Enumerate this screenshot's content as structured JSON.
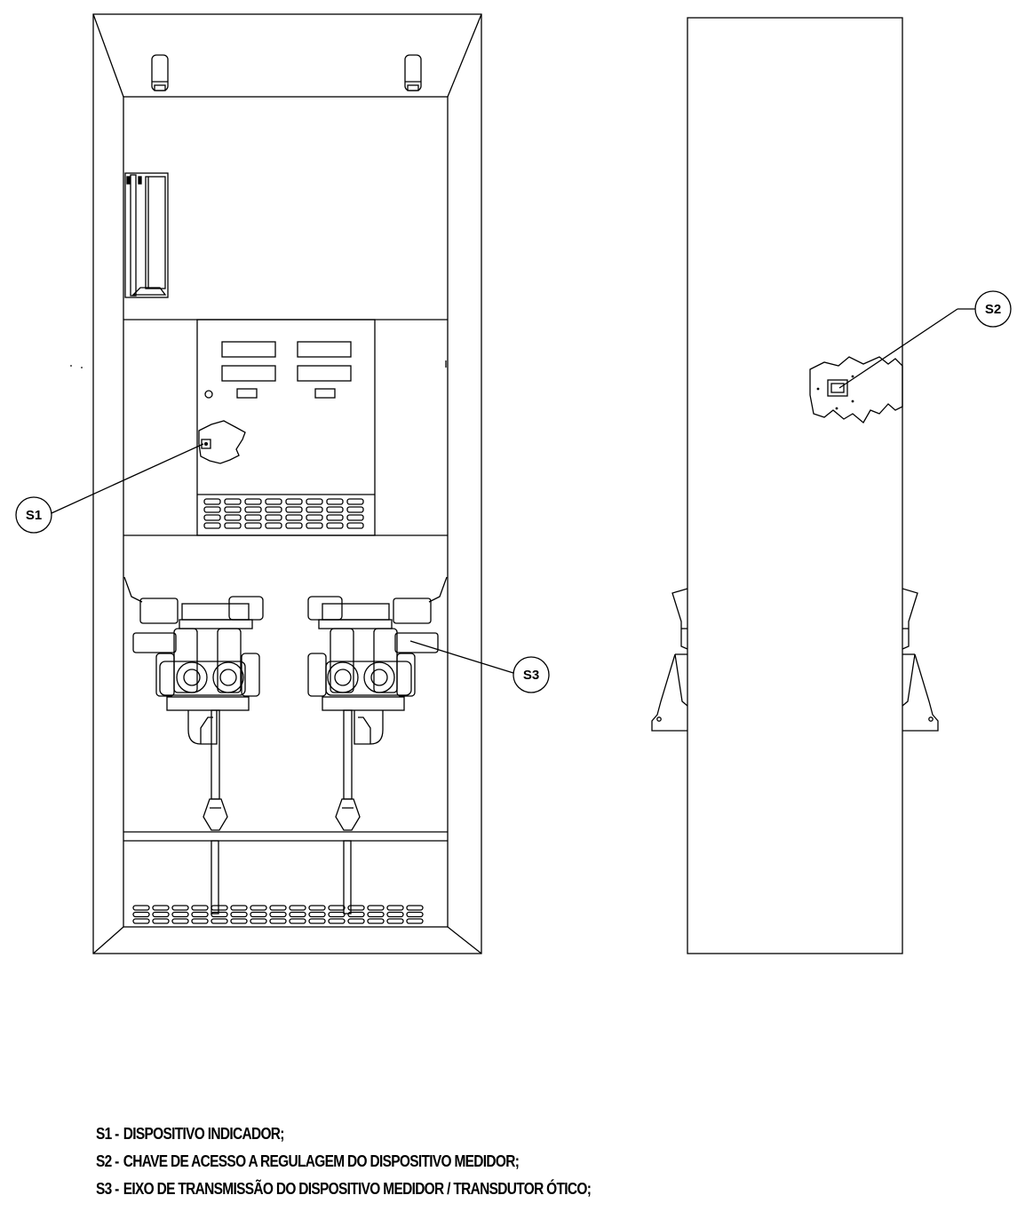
{
  "callouts": {
    "s1": "S1",
    "s2": "S2",
    "s3": "S3"
  },
  "legend": [
    {
      "code": "S1 -",
      "text": "DISPOSITIVO INDICADOR;"
    },
    {
      "code": "S2 -",
      "text": "CHAVE DE ACESSO A REGULAGEM DO DISPOSITIVO MEDIDOR;"
    },
    {
      "code": "S3 -",
      "text": "EIXO DE TRANSMISSÃO DO DISPOSITIVO MEDIDOR / TRANSDUTOR ÓTICO;"
    }
  ]
}
